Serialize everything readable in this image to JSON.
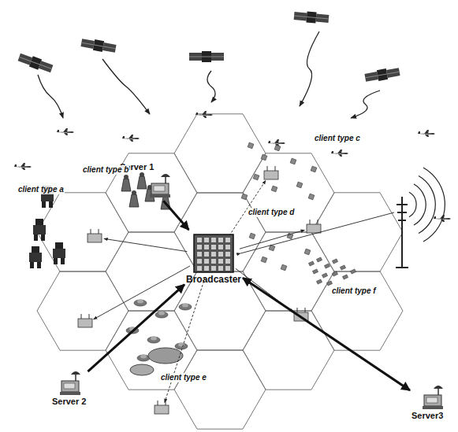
{
  "diagram": {
    "nodes": [
      {
        "text": [
          "Server 1"
        ]
      },
      {
        "text": [
          "Broadcaster"
        ]
      },
      {
        "text": [
          "Server 2"
        ]
      },
      {
        "text": [
          "Server3"
        ]
      }
    ],
    "edges": [
      {
        "from": 0,
        "to": 1,
        "arrow": "to"
      },
      {
        "from": 2,
        "to": 1,
        "arrow": "to"
      },
      {
        "from": 3,
        "to": 1,
        "arrow": "both"
      }
    ],
    "labels": [
      "client type c",
      "client type b",
      "client type a",
      "client type d",
      "client type f",
      "client type e"
    ]
  }
}
